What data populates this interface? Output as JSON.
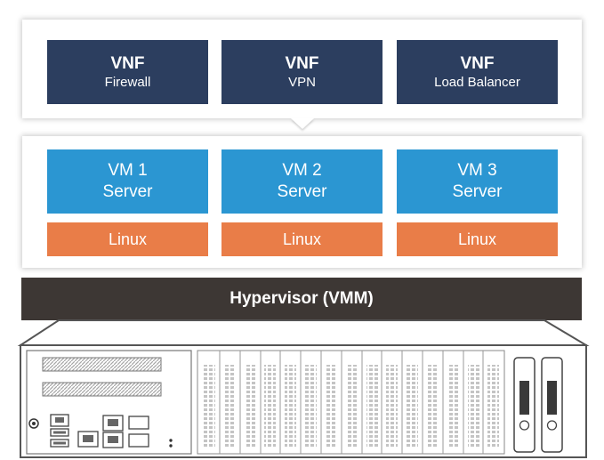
{
  "vnfs": [
    {
      "title": "VNF",
      "subtitle": "Firewall"
    },
    {
      "title": "VNF",
      "subtitle": "VPN"
    },
    {
      "title": "VNF",
      "subtitle": "Load Balancer"
    }
  ],
  "vms": [
    {
      "name": "VM 1",
      "role": "Server",
      "os": "Linux"
    },
    {
      "name": "VM 2",
      "role": "Server",
      "os": "Linux"
    },
    {
      "name": "VM 3",
      "role": "Server",
      "os": "Linux"
    }
  ],
  "hypervisor": {
    "label": "Hypervisor (VMM)"
  },
  "colors": {
    "vnf": "#2c3e5f",
    "vm": "#2b96d2",
    "os": "#e97d48",
    "hypervisor": "#3d3734"
  },
  "icons": [
    "server-chassis-icon",
    "ethernet-port-icon",
    "usb-port-icon",
    "power-button-icon",
    "drive-bay-icon"
  ]
}
